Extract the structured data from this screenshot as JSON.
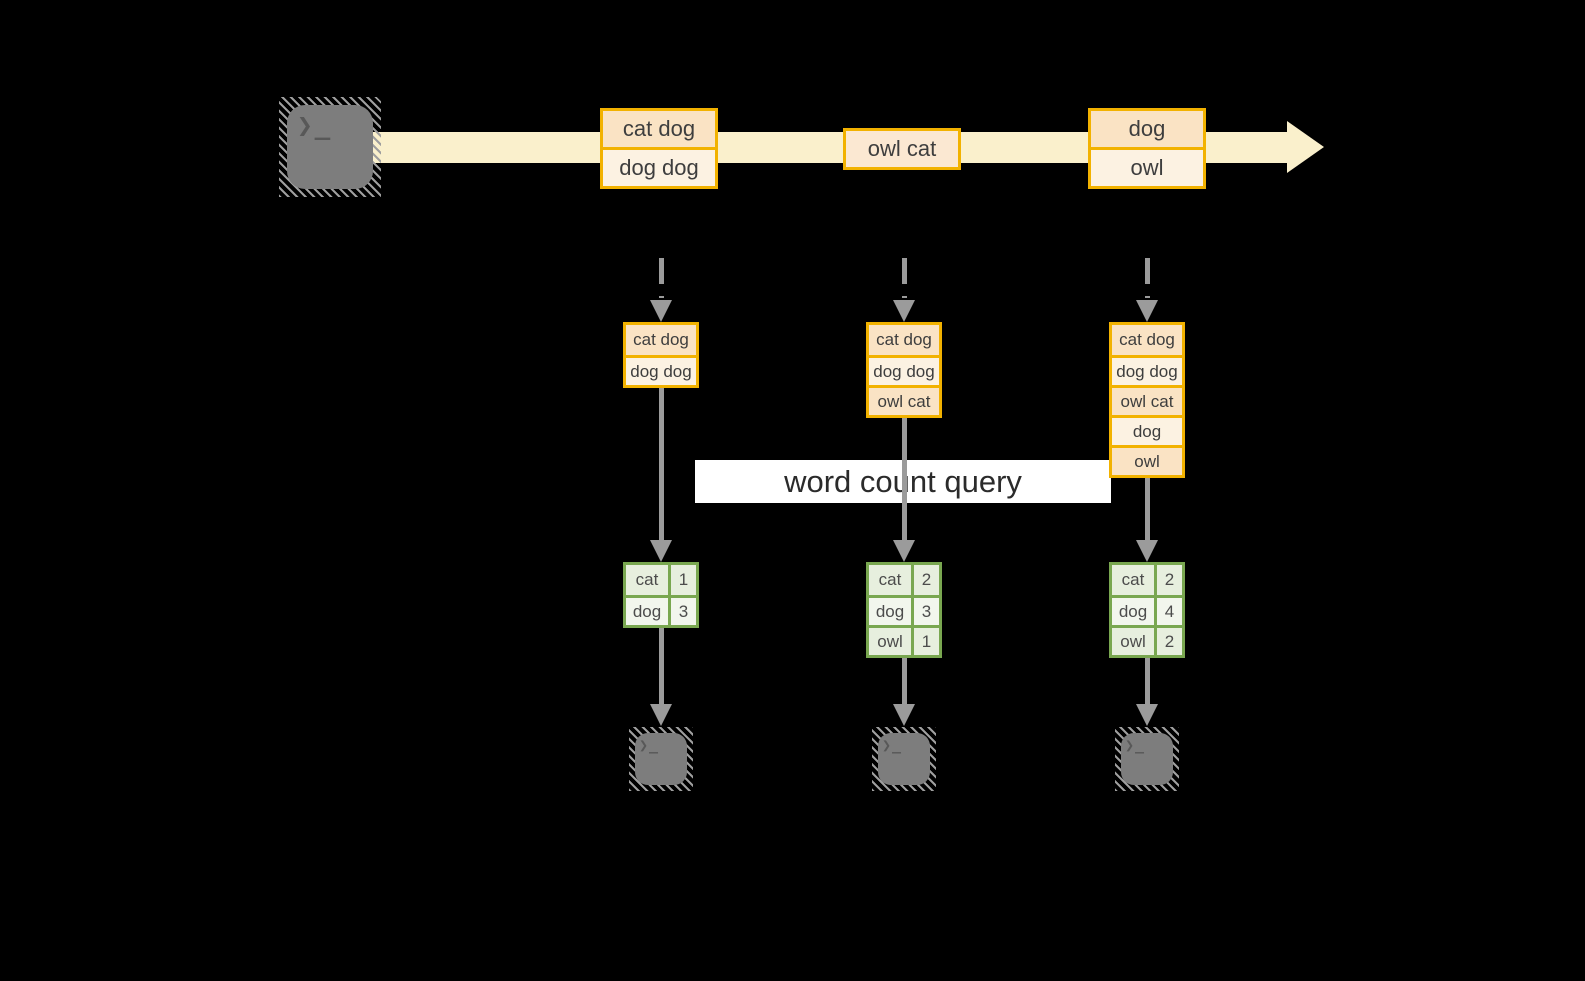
{
  "diagram": {
    "query_label": "word count query",
    "terminal_prompt": "❯_",
    "stream": {
      "events": [
        {
          "lines": [
            "cat dog",
            "dog dog"
          ]
        },
        {
          "lines": [
            "owl cat"
          ]
        },
        {
          "lines": [
            "dog",
            "owl"
          ]
        }
      ]
    },
    "columns": [
      {
        "state_rows": [
          "cat dog",
          "dog dog"
        ],
        "counts": [
          {
            "word": "cat",
            "count": "1"
          },
          {
            "word": "dog",
            "count": "3"
          }
        ]
      },
      {
        "state_rows": [
          "cat dog",
          "dog dog",
          "owl cat"
        ],
        "counts": [
          {
            "word": "cat",
            "count": "2"
          },
          {
            "word": "dog",
            "count": "3"
          },
          {
            "word": "owl",
            "count": "1"
          }
        ]
      },
      {
        "state_rows": [
          "cat dog",
          "dog dog",
          "owl cat",
          "dog",
          "owl"
        ],
        "counts": [
          {
            "word": "cat",
            "count": "2"
          },
          {
            "word": "dog",
            "count": "4"
          },
          {
            "word": "owl",
            "count": "2"
          }
        ]
      }
    ],
    "colors": {
      "accent_gold": "#F2B200",
      "fill_peach_dark": "#FAE3C4",
      "fill_peach_light": "#FCF2E2",
      "fill_peach_mid": "#FBE8D2",
      "stream_fill": "#FAF0CC",
      "green_border": "#79A750",
      "green_fill_dark": "#E7EFDE",
      "green_fill_light": "#F2F6ED",
      "arrow_gray": "#9B9B9B",
      "terminal_gray": "#7D7D7D"
    }
  }
}
